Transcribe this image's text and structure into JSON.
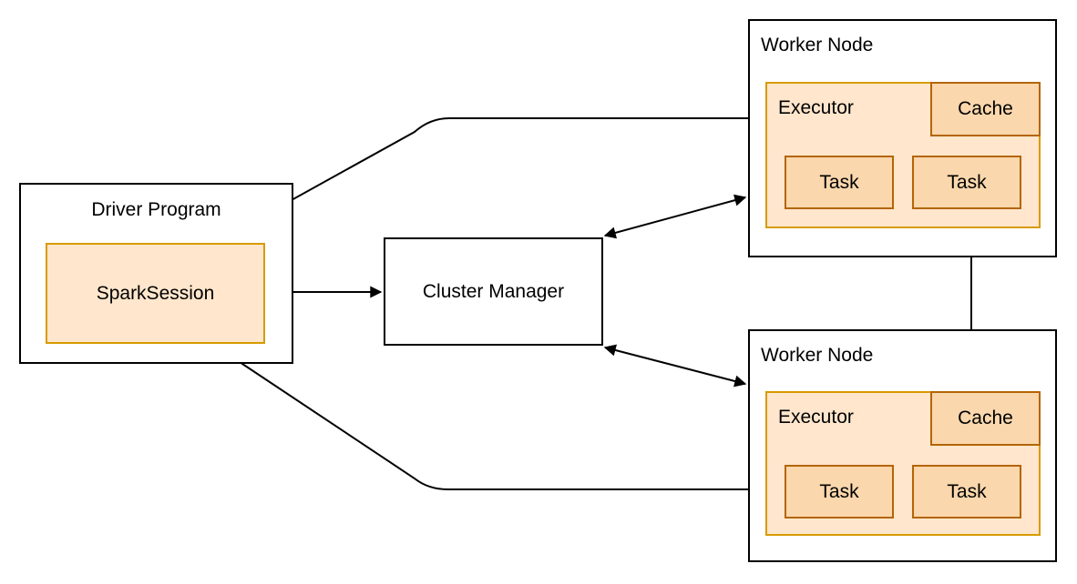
{
  "diagram": {
    "driver": {
      "title": "Driver Program",
      "spark_session_label": "SparkSession"
    },
    "cluster_manager": {
      "label": "Cluster Manager"
    },
    "workers": [
      {
        "title": "Worker Node",
        "executor_label": "Executor",
        "cache_label": "Cache",
        "tasks": [
          "Task",
          "Task"
        ]
      },
      {
        "title": "Worker Node",
        "executor_label": "Executor",
        "cache_label": "Cache",
        "tasks": [
          "Task",
          "Task"
        ]
      }
    ],
    "connections": [
      {
        "from": "SparkSession",
        "to": "Cluster Manager",
        "bidirectional": true
      },
      {
        "from": "SparkSession",
        "to": "Worker Node 1 Executor",
        "bidirectional": true
      },
      {
        "from": "Cluster Manager",
        "to": "Worker Node 1",
        "bidirectional": true
      },
      {
        "from": "Cluster Manager",
        "to": "Worker Node 2",
        "bidirectional": true
      },
      {
        "from": "SparkSession",
        "to": "Worker Node 2 Executor",
        "bidirectional": true
      },
      {
        "from": "Worker Node 1 Executor",
        "to": "Worker Node 2 Cache",
        "bidirectional": true
      }
    ],
    "colors": {
      "light_fill": "#ffe6cc",
      "light_stroke": "#d79b00",
      "dark_fill": "#fad7ac",
      "dark_stroke": "#b46504",
      "line_color": "#000000"
    }
  }
}
